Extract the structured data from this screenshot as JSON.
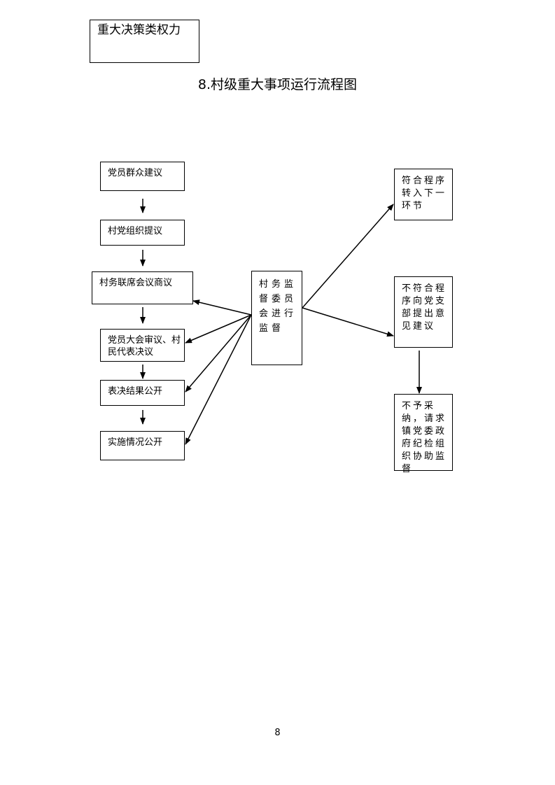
{
  "header_box": "重大决策类权力",
  "title": "8.村级重大事项运行流程图",
  "flow_steps": [
    "党员群众建议",
    "村党组织提议",
    "村务联席会议商议",
    "党员大会审议、村民代表决议",
    "表决结果公开",
    "实施情况公开"
  ],
  "supervisor": "村务监督委员会进行监督",
  "outcomes": {
    "compliant": "符合程序转入下一环节",
    "noncompliant": "不符合程序向党支部提出意见建议",
    "escalate": "不予采纳，请求镇党委政府纪检组织协助监督"
  },
  "page_number": "8"
}
